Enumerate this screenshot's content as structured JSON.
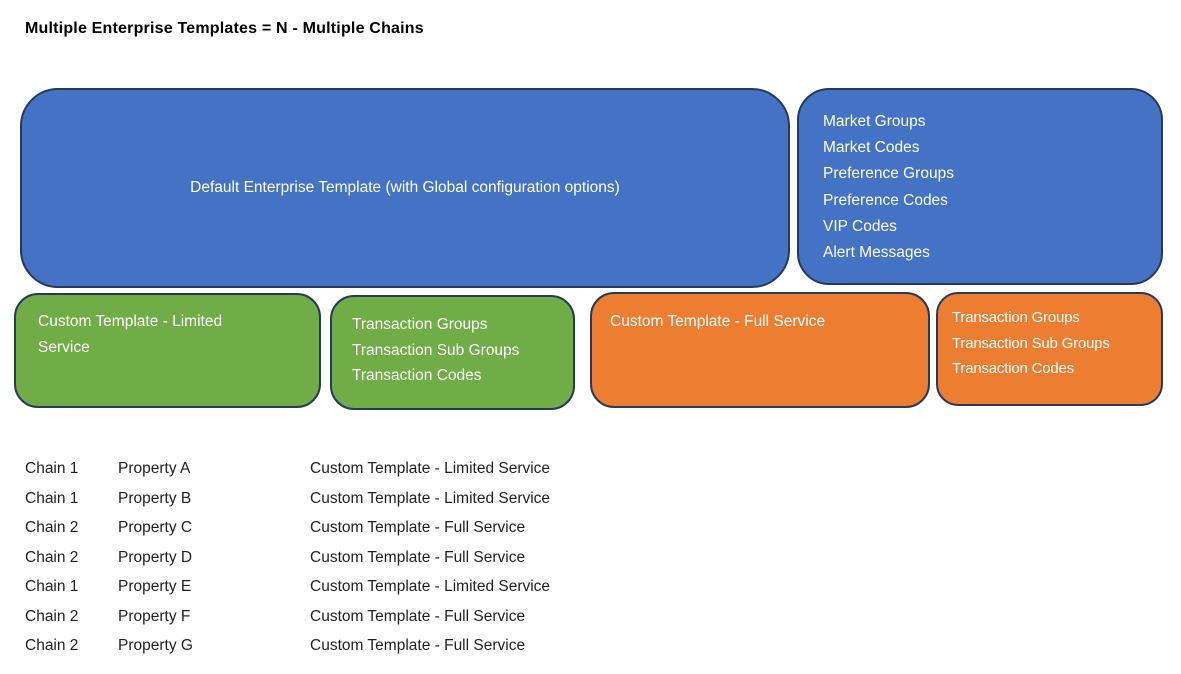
{
  "title": "Multiple Enterprise Templates = N - Multiple Chains",
  "colors": {
    "blue": "#4472C4",
    "green": "#70AD47",
    "orange": "#ED7D31",
    "shape_border": "#26395F",
    "shape_text": "#FFFFFF",
    "body_text": "#1F1F1F"
  },
  "boxes": {
    "default_template": {
      "label": "Default Enterprise Template (with Global configuration options)"
    },
    "global_options": {
      "items": [
        "Market Groups",
        "Market Codes",
        "Preference Groups",
        "Preference Codes",
        "VIP Codes",
        "Alert Messages"
      ]
    },
    "limited_template": {
      "label": "Custom Template - Limited Service"
    },
    "limited_items": {
      "items": [
        "Transaction Groups",
        "Transaction Sub Groups",
        "Transaction Codes"
      ]
    },
    "full_template": {
      "label": "Custom Template - Full Service"
    },
    "full_items": {
      "items": [
        "Transaction Groups",
        "Transaction Sub Groups",
        "Transaction Codes"
      ]
    }
  },
  "assignments": {
    "rows": [
      {
        "chain": "Chain 1",
        "property": "Property A",
        "template": "Custom Template - Limited Service"
      },
      {
        "chain": "Chain 1",
        "property": "Property B",
        "template": "Custom Template - Limited Service"
      },
      {
        "chain": "Chain 2",
        "property": "Property C",
        "template": "Custom Template - Full Service"
      },
      {
        "chain": "Chain 2",
        "property": "Property D",
        "template": "Custom Template - Full Service"
      },
      {
        "chain": "Chain 1",
        "property": "Property E",
        "template": "Custom Template - Limited Service"
      },
      {
        "chain": "Chain 2",
        "property": "Property F",
        "template": "Custom Template - Full Service"
      },
      {
        "chain": "Chain 2",
        "property": "Property G",
        "template": "Custom Template - Full Service"
      }
    ]
  }
}
